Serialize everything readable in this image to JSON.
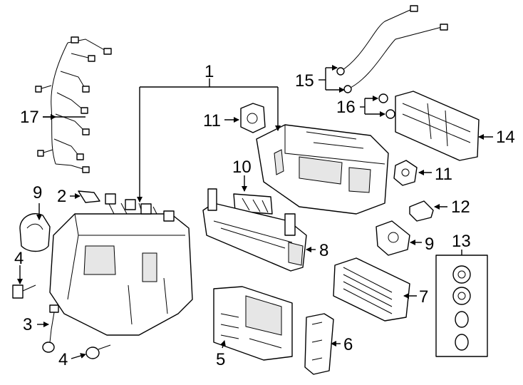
{
  "callouts": {
    "c1": "1",
    "c2": "2",
    "c3": "3",
    "c4a": "4",
    "c4b": "4",
    "c5": "5",
    "c6": "6",
    "c7": "7",
    "c8": "8",
    "c9a": "9",
    "c9b": "9",
    "c10": "10",
    "c11a": "11",
    "c11b": "11",
    "c12": "12",
    "c13": "13",
    "c14": "14",
    "c15": "15",
    "c16": "16",
    "c17": "17"
  }
}
